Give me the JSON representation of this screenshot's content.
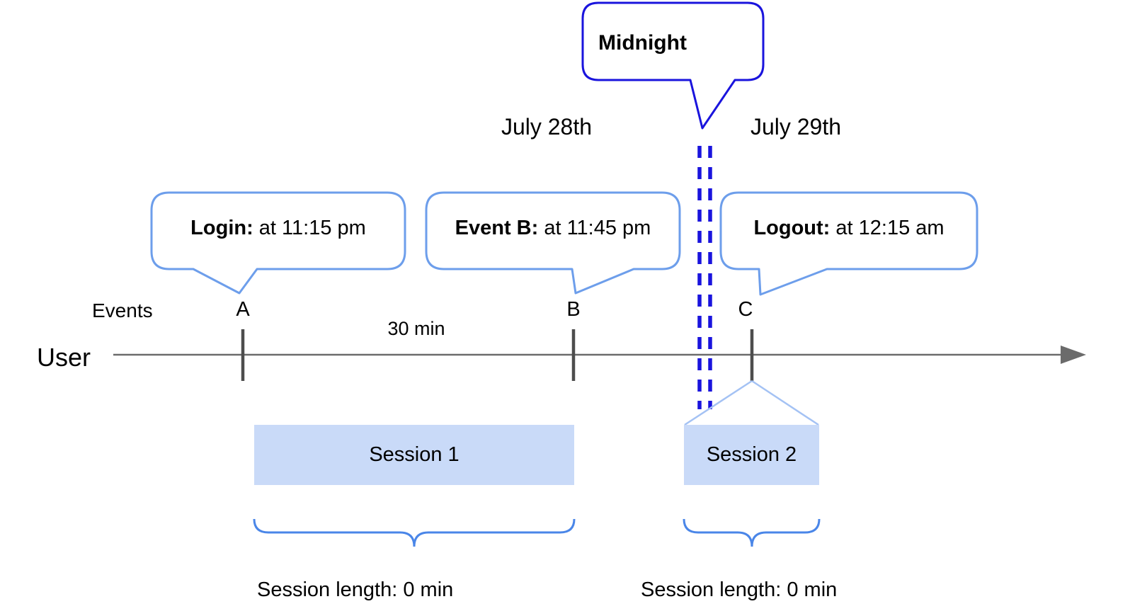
{
  "diagram": {
    "title_labels": {
      "date_left": "July 28th",
      "date_right": "July 29th",
      "midnight": "Midnight"
    },
    "axis": {
      "events_label": "Events",
      "user_label": "User",
      "interval_label": "30 min"
    },
    "events": [
      {
        "id": "A",
        "callout_bold": "Login:",
        "callout_rest": " at 11:15 pm"
      },
      {
        "id": "B",
        "callout_bold": "Event B:",
        "callout_rest": " at 11:45 pm"
      },
      {
        "id": "C",
        "callout_bold": "Logout:",
        "callout_rest": " at 12:15 am"
      }
    ],
    "sessions": [
      {
        "name": "Session 1",
        "length_label": "Session length: 0 min"
      },
      {
        "name": "Session 2",
        "length_label": "Session length: 0 min"
      }
    ],
    "colors": {
      "midnight_blue": "#1a14dd",
      "callout_border_blue": "#6d9eeb",
      "session_fill_blue": "#c9daf8",
      "projection_light_blue": "#a4c2f4",
      "brace_blue": "#4a86e8",
      "axis_gray": "#6b6b6b",
      "tick_gray": "#4d4d4d"
    }
  }
}
